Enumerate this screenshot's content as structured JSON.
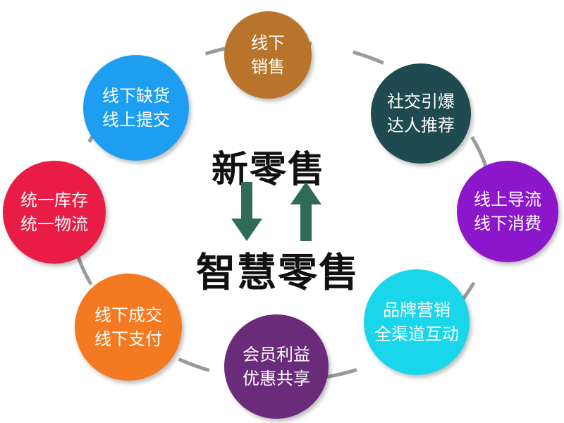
{
  "center": {
    "top_label": "新零售",
    "bottom_label": "智慧零售"
  },
  "nodes": [
    {
      "lines": [
        "线下",
        "销售"
      ],
      "color": "#b8742a"
    },
    {
      "lines": [
        "社交引爆",
        "达人推荐"
      ],
      "color": "#1f4a4f"
    },
    {
      "lines": [
        "线上导流",
        "线下消费"
      ],
      "color": "#8c16c9"
    },
    {
      "lines": [
        "品牌营销",
        "全渠道互动"
      ],
      "color": "#19d6ea"
    },
    {
      "lines": [
        "会员利益",
        "优惠共享"
      ],
      "color": "#6a2c7a"
    },
    {
      "lines": [
        "线下成交",
        "线下支付"
      ],
      "color": "#f47a22"
    },
    {
      "lines": [
        "统一库存",
        "统一物流"
      ],
      "color": "#e81c45"
    },
    {
      "lines": [
        "线下缺货",
        "线上提交"
      ],
      "color": "#1e9ef0"
    }
  ],
  "colors": {
    "ring": "#9a9a9a",
    "arrow": "#2f6b57"
  }
}
